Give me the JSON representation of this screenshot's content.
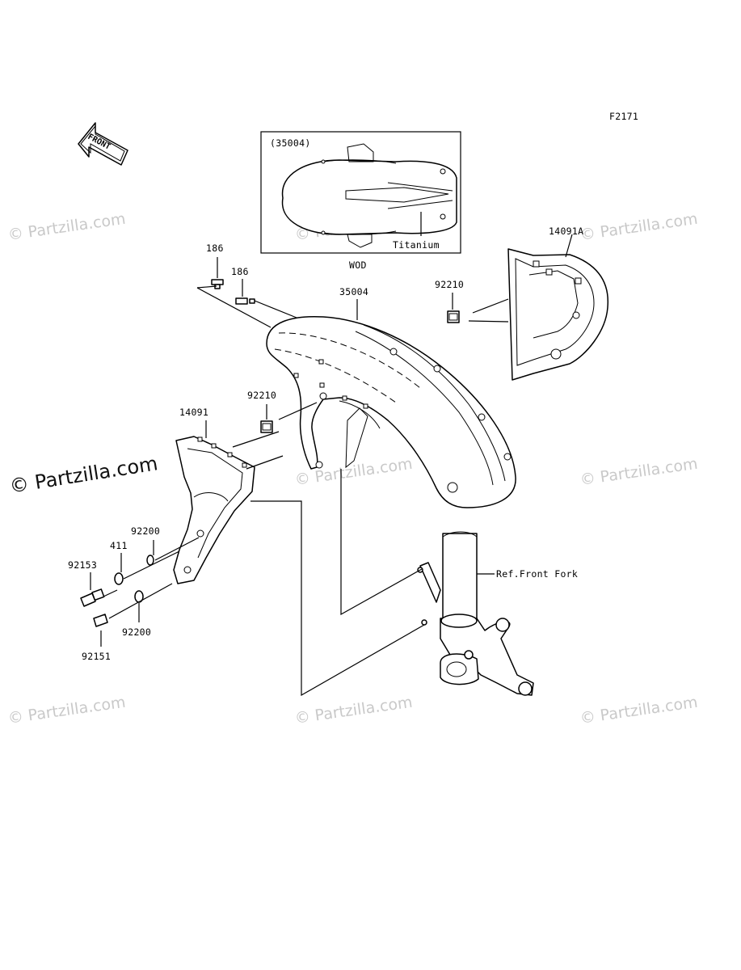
{
  "figure_code": "F2171",
  "front_arrow_label": "FRONT",
  "inset": {
    "part_ref": "(35004)",
    "material_label": "Titanium",
    "variant_label": "WOD"
  },
  "callouts": {
    "bolt_186_a": "186",
    "bolt_186_b": "186",
    "fender": "35004",
    "nut_92210_top": "92210",
    "cover_right": "14091A",
    "nut_92210_mid": "92210",
    "cover_left": "14091",
    "washer_92200_top": "92200",
    "collar_411": "411",
    "bolt_92153": "92153",
    "washer_92200_bottom": "92200",
    "bolt_92151": "92151",
    "front_fork_ref": "Ref.Front Fork"
  },
  "watermarks": {
    "site_text": "© Partzilla.com"
  }
}
